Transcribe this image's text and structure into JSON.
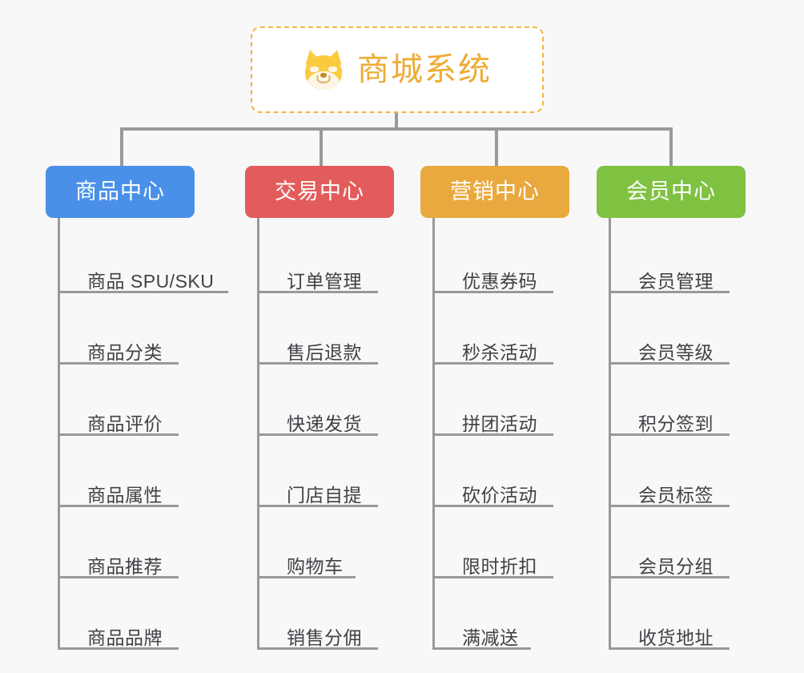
{
  "background_color": "#f8f8f8",
  "connector_color": "#999999",
  "root": {
    "title": "商城系统",
    "icon": "dog-face-icon",
    "text_color": "#eeab34",
    "border_color": "#f2b63c",
    "background": "#ffffff"
  },
  "columns": [
    {
      "id": "product-center",
      "title": "商品中心",
      "color": "#4a90e8",
      "items": [
        "商品 SPU/SKU",
        "商品分类",
        "商品评价",
        "商品属性",
        "商品推荐",
        "商品品牌"
      ]
    },
    {
      "id": "trade-center",
      "title": "交易中心",
      "color": "#e35c5c",
      "items": [
        "订单管理",
        "售后退款",
        "快递发货",
        "门店自提",
        "购物车",
        "销售分佣"
      ]
    },
    {
      "id": "marketing-center",
      "title": "营销中心",
      "color": "#eaa93e",
      "items": [
        "优惠券码",
        "秒杀活动",
        "拼团活动",
        "砍价活动",
        "限时折扣",
        "满减送"
      ]
    },
    {
      "id": "member-center",
      "title": "会员中心",
      "color": "#7fc242",
      "items": [
        "会员管理",
        "会员等级",
        "积分签到",
        "会员标签",
        "会员分组",
        "收货地址"
      ]
    }
  ]
}
